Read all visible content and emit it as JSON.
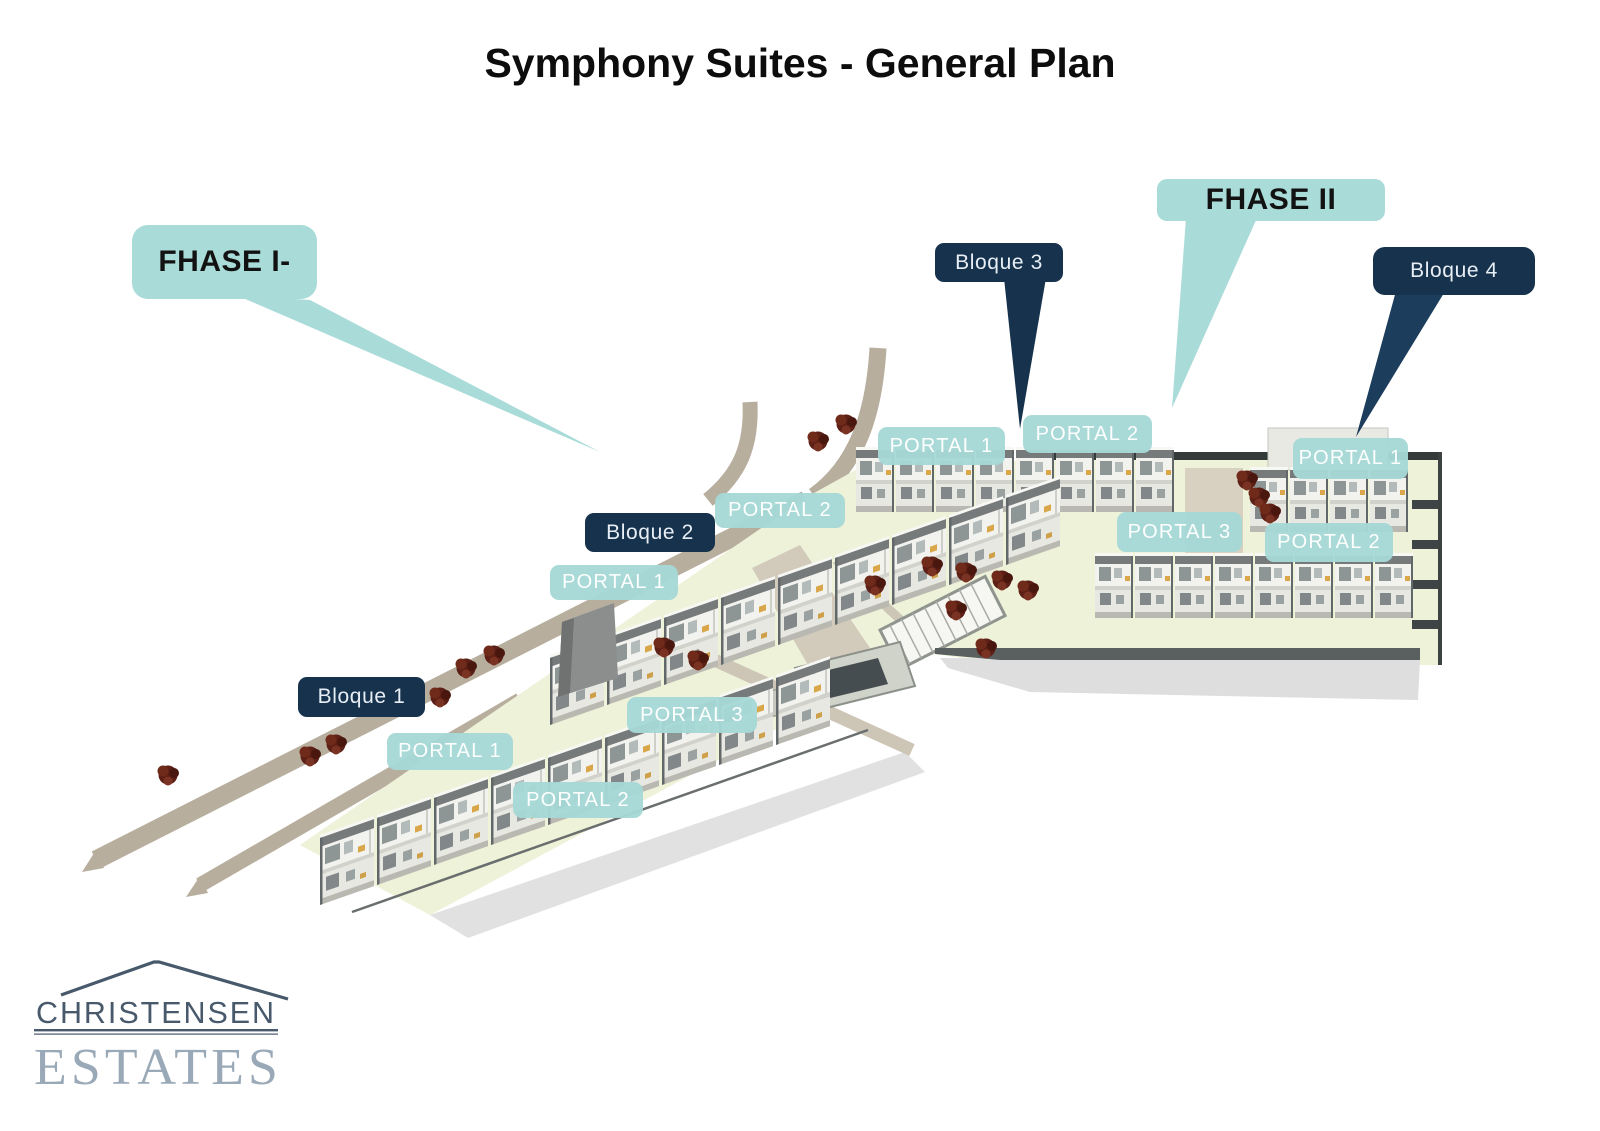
{
  "title": "Symphony Suites - General Plan",
  "logo": {
    "name": "CHRISTENSEN",
    "suffix": "ESTATES"
  },
  "callouts": {
    "phase1": "FHASE I-",
    "phase2": "FHASE II",
    "bloque1": "Bloque 1",
    "bloque2": "Bloque 2",
    "bloque3": "Bloque 3",
    "bloque4": "Bloque 4",
    "b1p1": "PORTAL 1",
    "b1p2": "PORTAL 2",
    "b1p3": "PORTAL 3",
    "b2p1": "PORTAL 1",
    "b2p2": "PORTAL 2",
    "b3p1": "PORTAL 1",
    "b3p2": "PORTAL 2",
    "b4p1": "PORTAL 1",
    "b4p2": "PORTAL 2",
    "b4p3": "PORTAL 3"
  },
  "colors": {
    "teal_callout": "#a6d8d6",
    "navy_callout": "#16324c",
    "road": "#b7ae9e",
    "lawn": "#edf2d8",
    "tree": "#5d2016",
    "building_roof": "#767a7b",
    "logo_dark": "#47596b",
    "logo_light": "#9aa9b7"
  }
}
